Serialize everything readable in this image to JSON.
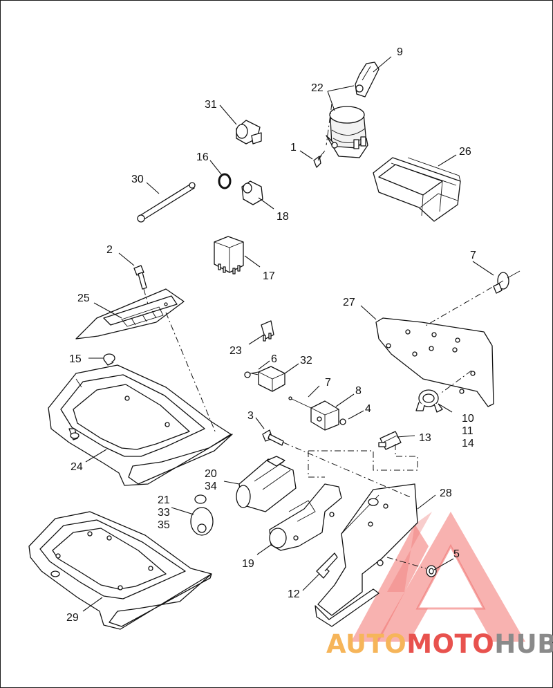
{
  "diagram": {
    "callouts": {
      "c1": "1",
      "c2": "2",
      "c3": "3",
      "c4": "4",
      "c5": "5",
      "c6": "6",
      "c7a": "7",
      "c7b": "7",
      "c8": "8",
      "c9": "9",
      "c10": "10",
      "c11": "11",
      "c12": "12",
      "c13": "13",
      "c14": "14",
      "c15": "15",
      "c16": "16",
      "c17": "17",
      "c18": "18",
      "c19": "19",
      "c20": "20",
      "c21": "21",
      "c22": "22",
      "c23": "23",
      "c24": "24",
      "c25": "25",
      "c26": "26",
      "c27": "27",
      "c28": "28",
      "c29": "29",
      "c30": "30",
      "c31": "31",
      "c32": "32",
      "c33": "33",
      "c34": "34",
      "c35": "35"
    }
  },
  "watermark": {
    "part1": "AUTO",
    "part2": "MOTO",
    "part3": "HUB",
    "color_auto": "#f6b55a",
    "color_moto": "#e8524e",
    "color_hub": "#8a8a8a",
    "triangle_color": "#ee4444"
  }
}
